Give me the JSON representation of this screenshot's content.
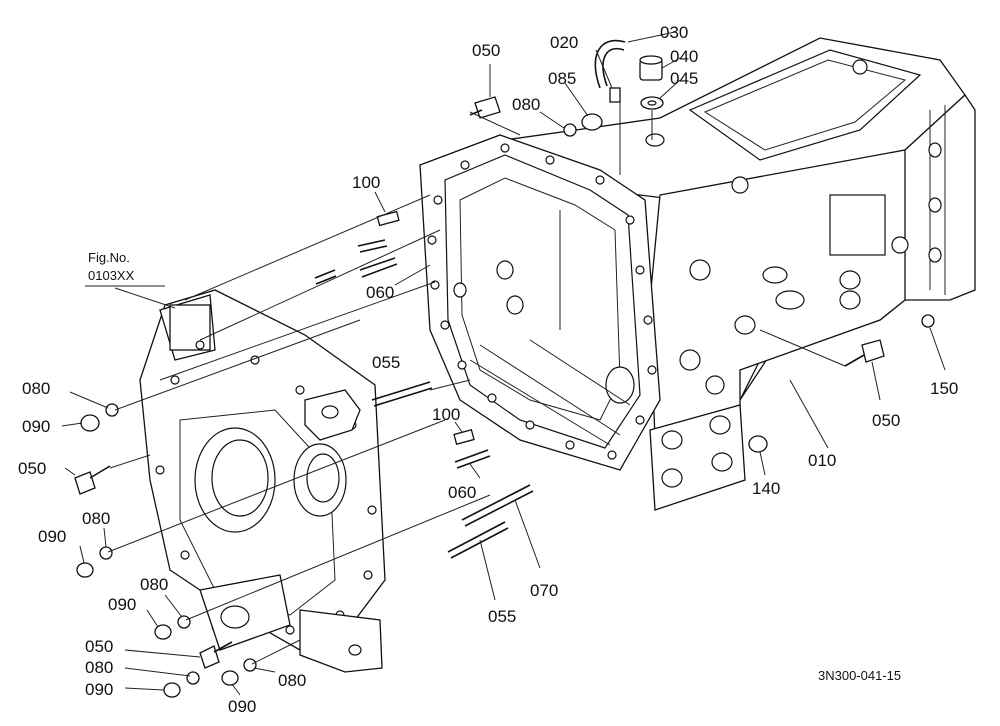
{
  "figure": {
    "ref_line1": "Fig.No.",
    "ref_line2": "0103XX",
    "drawing_code": "3N300-041-15"
  },
  "callouts": [
    {
      "id": "c050a",
      "text": "050"
    },
    {
      "id": "c020",
      "text": "020"
    },
    {
      "id": "c030",
      "text": "030"
    },
    {
      "id": "c040",
      "text": "040"
    },
    {
      "id": "c045",
      "text": "045"
    },
    {
      "id": "c085",
      "text": "085"
    },
    {
      "id": "c080a",
      "text": "080"
    },
    {
      "id": "c100a",
      "text": "100"
    },
    {
      "id": "c060a",
      "text": "060"
    },
    {
      "id": "c055a",
      "text": "055"
    },
    {
      "id": "c080b",
      "text": "080"
    },
    {
      "id": "c090a",
      "text": "090"
    },
    {
      "id": "c050b",
      "text": "050"
    },
    {
      "id": "c080c",
      "text": "080"
    },
    {
      "id": "c090b",
      "text": "090"
    },
    {
      "id": "c080d",
      "text": "080"
    },
    {
      "id": "c090c",
      "text": "090"
    },
    {
      "id": "c050c",
      "text": "050"
    },
    {
      "id": "c080e",
      "text": "080"
    },
    {
      "id": "c090d",
      "text": "090"
    },
    {
      "id": "c090e",
      "text": "090"
    },
    {
      "id": "c080f",
      "text": "080"
    },
    {
      "id": "c100b",
      "text": "100"
    },
    {
      "id": "c060b",
      "text": "060"
    },
    {
      "id": "c070",
      "text": "070"
    },
    {
      "id": "c055b",
      "text": "055"
    },
    {
      "id": "c140",
      "text": "140"
    },
    {
      "id": "c010",
      "text": "010"
    },
    {
      "id": "c050d",
      "text": "050"
    },
    {
      "id": "c150",
      "text": "150"
    }
  ]
}
